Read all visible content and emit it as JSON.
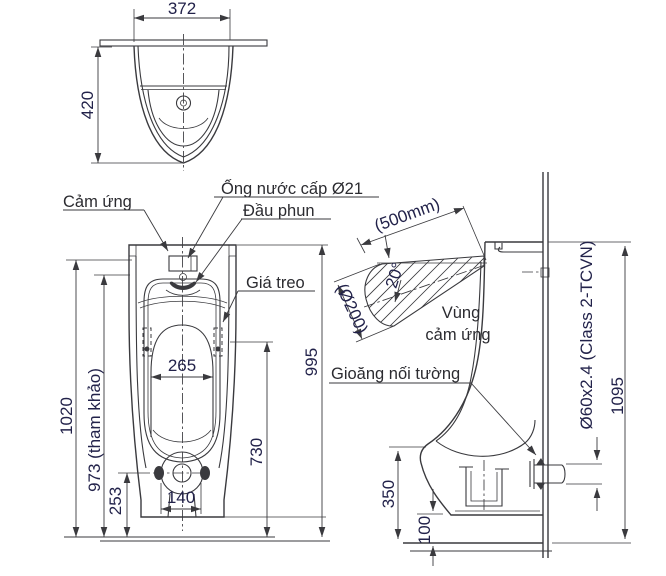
{
  "drawing_type": "urinal-installation-dimension-drawing",
  "colors": {
    "background": "#ffffff",
    "line_ink": "#3a3a3e",
    "dimension_text": "#22224a",
    "label_text": "#2b2b30"
  },
  "top_view": {
    "width": "372",
    "depth": "420"
  },
  "front_view": {
    "sensor_label": "Cảm ứng",
    "supply_label": "Ống nước cấp Ø21",
    "spray_label": "Đầu phun",
    "bracket_label": "Giá treo",
    "overall_height": "1020",
    "reference_height": "973 (tham khảo)",
    "drain_center_height": "253",
    "bowl_opening_width": "265",
    "drain_bolt_spacing": "140",
    "bracket_height": "730",
    "body_height": "995"
  },
  "side_view": {
    "sensor_range": "(500mm)",
    "sensor_angle": "20°",
    "sensor_zone_diameter": "(Ø200)",
    "sensor_zone_label_line1": "Vùng",
    "sensor_zone_label_line2": "cảm ứng",
    "wall_gasket_label": "Gioăng nối tường",
    "outlet_pipe_spec": "Ø60x2.4 (Class 2-TCVN)",
    "total_height": "1095",
    "outlet_height": "350",
    "base_clearance": "100"
  }
}
